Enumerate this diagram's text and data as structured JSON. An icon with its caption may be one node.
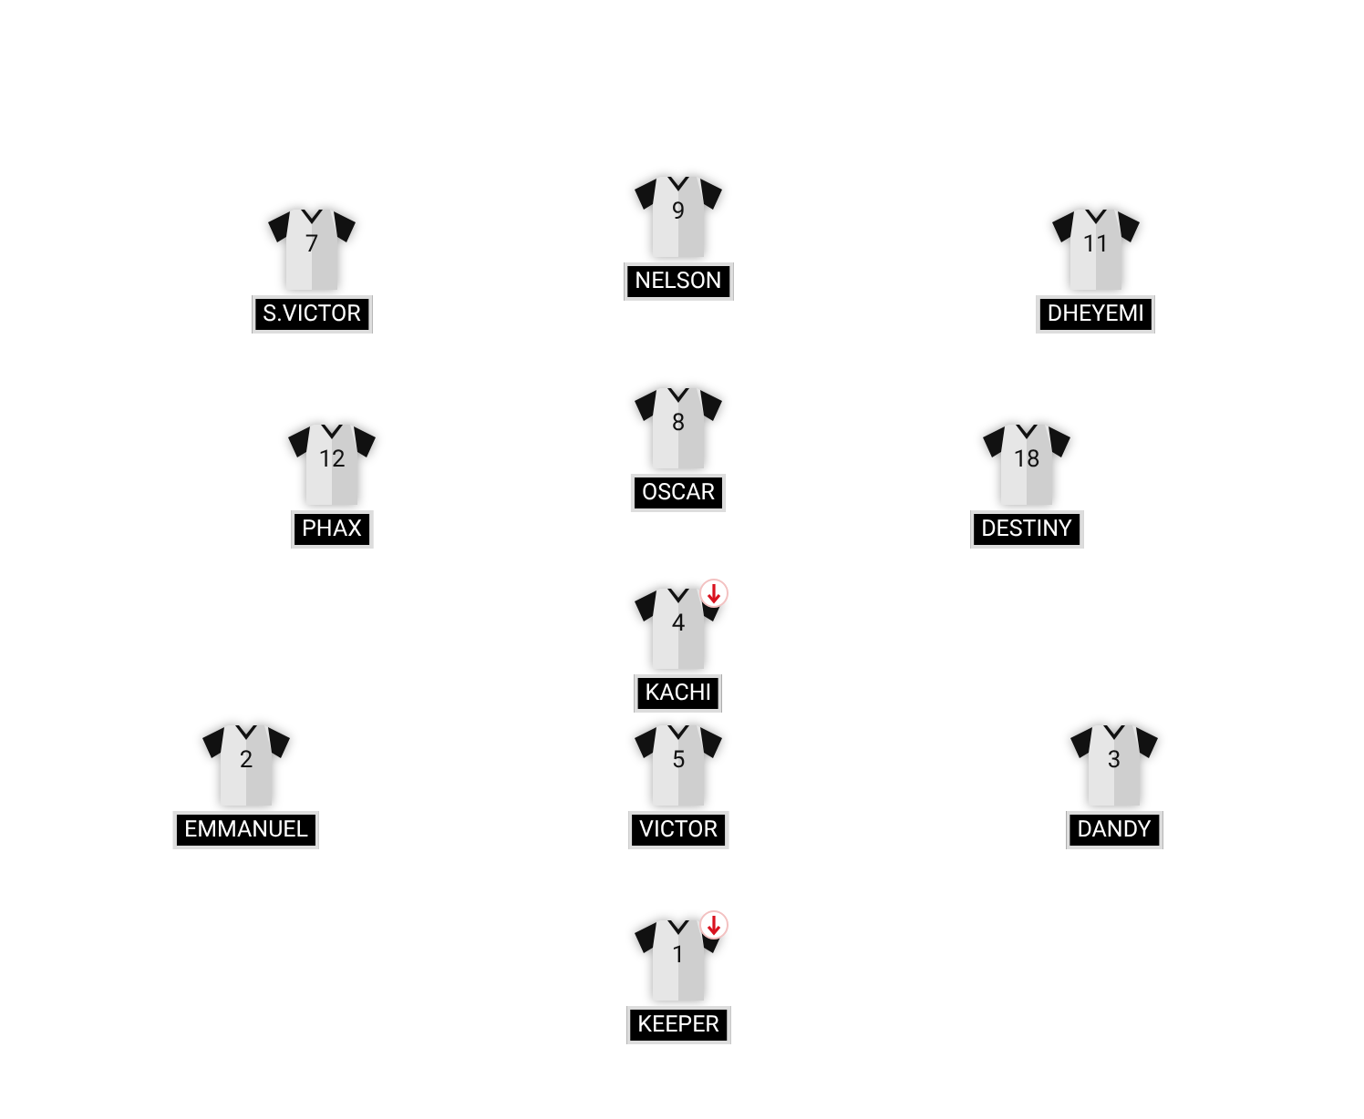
{
  "diagram": {
    "nodes": [
      {
        "text": [
          "9"
        ],
        "beside": [
          "NELSON"
        ]
      },
      {
        "text": [
          "7"
        ],
        "beside": [
          "S.VICTOR"
        ]
      },
      {
        "text": [
          "11"
        ],
        "beside": [
          "DHEYEMI"
        ]
      },
      {
        "text": [
          "8"
        ],
        "beside": [
          "OSCAR"
        ]
      },
      {
        "text": [
          "12"
        ],
        "beside": [
          "PHAX"
        ]
      },
      {
        "text": [
          "18"
        ],
        "beside": [
          "DESTINY"
        ]
      },
      {
        "text": [
          "4"
        ],
        "beside": [
          "KACHI"
        ]
      },
      {
        "text": [
          "2"
        ],
        "beside": [
          "EMMANUEL"
        ]
      },
      {
        "text": [
          "5"
        ],
        "beside": [
          "VICTOR"
        ]
      },
      {
        "text": [
          "3"
        ],
        "beside": [
          "DANDY"
        ]
      },
      {
        "text": [
          "1"
        ],
        "beside": [
          "KEEPER"
        ]
      }
    ]
  }
}
